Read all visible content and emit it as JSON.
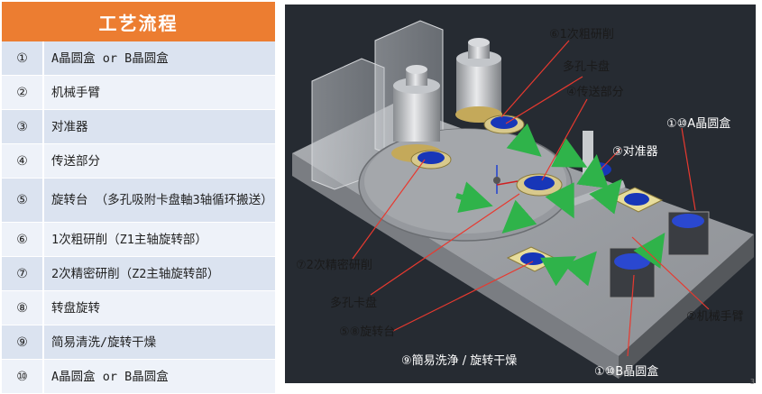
{
  "table": {
    "title": "工艺流程",
    "rows": [
      {
        "num": "①",
        "text": "A晶圆盒 or B晶圆盒"
      },
      {
        "num": "②",
        "text": "机械手臂"
      },
      {
        "num": "③",
        "text": "对准器"
      },
      {
        "num": "④",
        "text": "传送部分"
      },
      {
        "num": "⑤",
        "text": "旋转台  （多孔吸附卡盘軸3轴循环搬送）"
      },
      {
        "num": "⑥",
        "text": "1次粗研削（Z1主轴旋转部）"
      },
      {
        "num": "⑦",
        "text": "2次精密研削（Z2主轴旋转部）"
      },
      {
        "num": "⑧",
        "text": "转盘旋转"
      },
      {
        "num": "⑨",
        "text": "简易清洗/旋转干燥"
      },
      {
        "num": "⑩",
        "text": "A晶圆盒 or B晶圆盒"
      }
    ]
  },
  "figure": {
    "labels": {
      "rough": "⑥1次粗研削",
      "chuck_top": "多孔卡盘",
      "transfer": "④传送部分",
      "aligner": "③对准器",
      "cassette_a": "①⑩A晶圆盒",
      "fine": "⑦2次精密研削",
      "chuck_bottom": "多孔卡盘",
      "turntable": "⑤⑧旋转台",
      "robot": "②机械手臂",
      "clean": "⑨簡易洗浄 / 旋转干燥",
      "cassette_b": "①⑩B晶圆盒"
    },
    "corner_mark": "3"
  },
  "colors": {
    "header": "#ec7d31",
    "row_odd": "#dbe3f0",
    "row_even": "#eef2f9",
    "leader_line": "#e8392f",
    "arrow": "#2fb34a",
    "wafer": "#1736b8",
    "pad": "#e8dd9c"
  }
}
